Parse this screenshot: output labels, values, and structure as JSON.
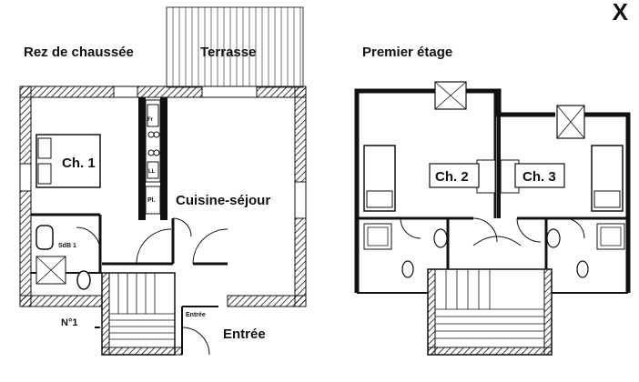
{
  "close_label": "X",
  "ground_floor": {
    "title": "Rez de chaussée",
    "terrace": "Terrasse",
    "bedroom": "Ch. 1",
    "living": "Cuisine-séjour",
    "bath": "SdB 1",
    "fridge": "Fr",
    "dishwasher": "LL",
    "closet": "Pl.",
    "entry_small": "Entrée",
    "entry": "Entrée",
    "unit_number": "N°1"
  },
  "first_floor": {
    "title": "Premier étage",
    "bedroom2": "Ch. 2",
    "bedroom3": "Ch. 3"
  }
}
